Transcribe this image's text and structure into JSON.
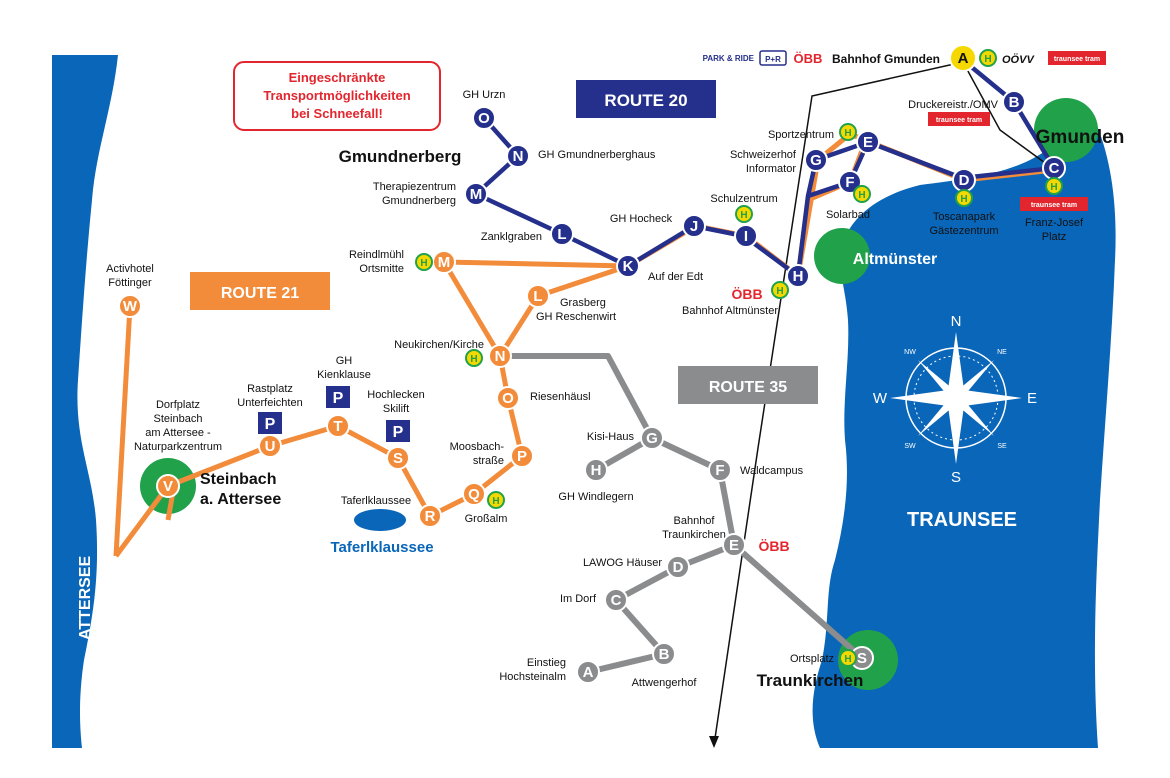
{
  "notice": {
    "lines": [
      "Eingeschränkte",
      "Transportmöglichkeiten",
      "bei Schneefall!"
    ]
  },
  "header": {
    "park_ride": "PARK & RIDE",
    "pr_sign": "P+R",
    "oebb": "ÖBB",
    "station": "Bahnhof Gmunden",
    "oovv": "OÖVV",
    "tram": "traunsee tram"
  },
  "routes": {
    "r20": {
      "label": "ROUTE 20",
      "color": "#252f8c"
    },
    "r21": {
      "label": "ROUTE 21",
      "color": "#f28c3a"
    },
    "r35": {
      "label": "ROUTE 35",
      "color": "#8a8c8e"
    }
  },
  "colors": {
    "lake": "#0a66b8",
    "park": "#21a24a",
    "bus_stop": "#f5d800",
    "rail_red": "#e3262e"
  },
  "lakes": {
    "attersee": "ATTERSEE",
    "traunsee": "TRAUNSEE",
    "taferlklaussee": "Taferlklaussee"
  },
  "towns": {
    "gmundnerberg": "Gmundnerberg",
    "gmunden": "Gmunden",
    "altmuenster": "Altmünster",
    "steinbach_1": "Steinbach",
    "steinbach_2": "a. Attersee",
    "traunkirchen": "Traunkirchen"
  },
  "stations": {
    "A": {
      "letter": "A"
    },
    "B": {
      "letter": "B"
    },
    "C": {
      "letter": "C",
      "name": [
        "Franz-Josef",
        "Platz"
      ]
    },
    "D": {
      "letter": "D",
      "name": [
        "Toscanapark",
        "Gästezentrum"
      ]
    },
    "E": {
      "letter": "E",
      "name": [
        "Sportzentrum"
      ]
    },
    "F": {
      "letter": "F",
      "name": [
        "Solarbad"
      ]
    },
    "G": {
      "letter": "G",
      "name": [
        "Schweizerhof",
        "Informator"
      ]
    },
    "H": {
      "letter": "H",
      "name": [
        "Bahnhof Altmünster"
      ]
    },
    "I": {
      "letter": "I",
      "name": [
        "Schulzentrum"
      ]
    },
    "J": {
      "letter": "J",
      "name": [
        "GH Hocheck"
      ]
    },
    "K": {
      "letter": "K",
      "name": [
        "Auf der Edt"
      ]
    },
    "L": {
      "letter": "L",
      "name": [
        "Zanklgraben"
      ]
    },
    "M": {
      "letter": "M",
      "name": [
        "Therapiezentrum",
        "Gmundnerberg"
      ]
    },
    "N": {
      "letter": "N",
      "name": [
        "GH Gmundnerberghaus"
      ]
    },
    "O": {
      "letter": "O",
      "name": [
        "GH Urzn"
      ]
    },
    "BDR": {
      "name": [
        "Druckereistr./OMV"
      ]
    },
    "L21": {
      "letter": "L",
      "name": [
        "Grasberg",
        "GH Reschenwirt"
      ]
    },
    "M21": {
      "letter": "M",
      "name": [
        "Reindlmühl",
        "Ortsmitte"
      ]
    },
    "N21": {
      "letter": "N",
      "name": [
        "Neukirchen/Kirche"
      ]
    },
    "O21": {
      "letter": "O",
      "name": [
        "Riesenhäusl"
      ]
    },
    "P21": {
      "letter": "P",
      "name": [
        "Moosbach-",
        "straße"
      ]
    },
    "Q21": {
      "letter": "Q",
      "name": [
        "Großalm"
      ]
    },
    "R21": {
      "letter": "R",
      "name": [
        "Taferlklaussee"
      ]
    },
    "S21": {
      "letter": "S",
      "name": [
        "Hochlecken",
        "Skilift"
      ]
    },
    "T21": {
      "letter": "T",
      "name": [
        "GH",
        "Kienklause"
      ]
    },
    "U21": {
      "letter": "U",
      "name": [
        "Rastplatz",
        "Unterfeichten"
      ]
    },
    "V21": {
      "letter": "V",
      "name": [
        "Dorfplatz",
        "Steinbach",
        "am Attersee -",
        "Naturparkzentrum"
      ]
    },
    "W21": {
      "letter": "W",
      "name": [
        "Activhotel",
        "Föttinger"
      ]
    },
    "A35": {
      "letter": "A",
      "name": [
        "Einstieg",
        "Hochsteinalm"
      ]
    },
    "B35": {
      "letter": "B",
      "name": [
        "Attwengerhof"
      ]
    },
    "C35": {
      "letter": "C",
      "name": [
        "Im Dorf"
      ]
    },
    "D35": {
      "letter": "D",
      "name": [
        "LAWOG Häuser"
      ]
    },
    "E35": {
      "letter": "E",
      "name": [
        "Bahnhof",
        "Traunkirchen"
      ]
    },
    "F35": {
      "letter": "F",
      "name": [
        "Waldcampus"
      ]
    },
    "G35": {
      "letter": "G",
      "name": [
        "Kisi-Haus"
      ]
    },
    "H35": {
      "letter": "H",
      "name": [
        "GH Windlegern"
      ]
    },
    "S35": {
      "letter": "S",
      "name": [
        "Ortsplatz"
      ]
    }
  },
  "parking": {
    "letter": "P"
  },
  "busstop": {
    "letter": "H"
  },
  "compass": {
    "n": "N",
    "s": "S",
    "e": "E",
    "w": "W",
    "nw": "NW",
    "ne": "NE",
    "sw": "SW",
    "se": "SE"
  }
}
